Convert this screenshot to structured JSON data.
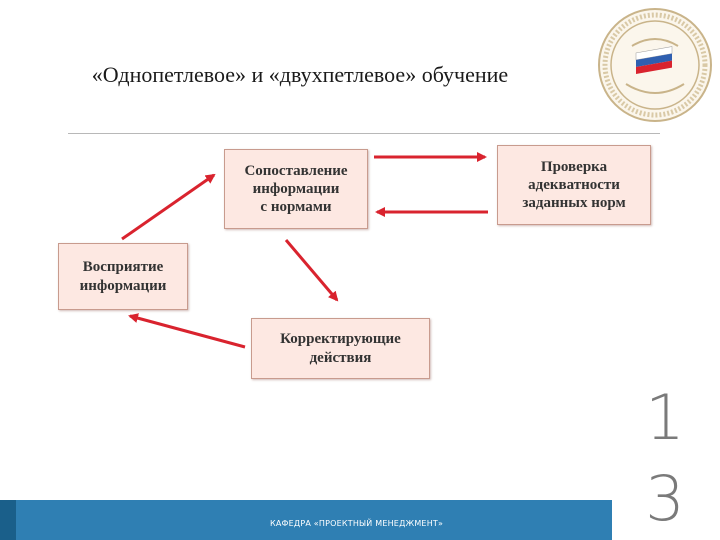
{
  "slide": {
    "title": "«Однопетлевое» и «двухпетлевое» обучение",
    "page_number": "1\n3",
    "footer": "КАФЕДРА «ПРОЕКТНЫЙ МЕНЕДЖМЕНТ»"
  },
  "diagram": {
    "nodes": {
      "compare": "Сопоставление\nинформации\nс нормами",
      "check": "Проверка\nадекватности\nзаданных норм",
      "perception": "Восприятие\nинформации",
      "corrective": "Корректирующие\nдействия"
    },
    "arrow_color": "#d9232e",
    "box_fill": "#fde8e2"
  }
}
